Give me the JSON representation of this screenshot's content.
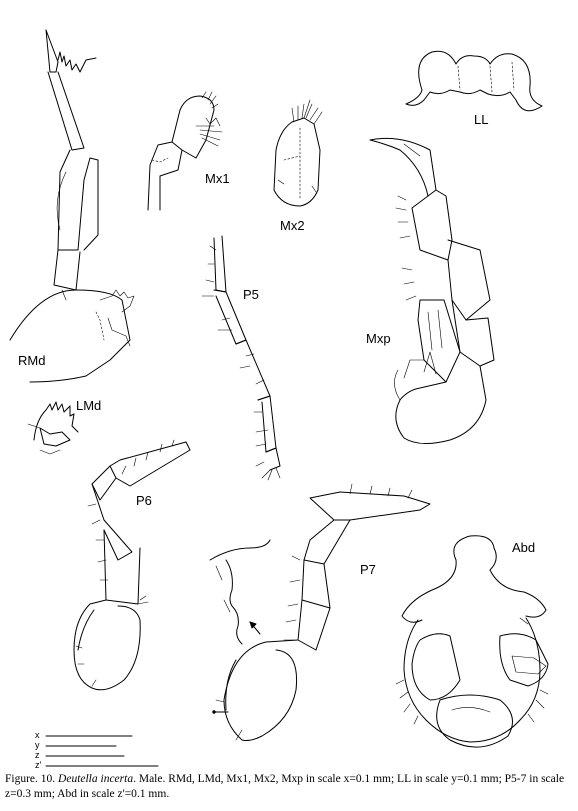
{
  "labels": {
    "rmd": "RMd",
    "lmd": "LMd",
    "mx1": "Mx1",
    "mx2": "Mx2",
    "ll": "LL",
    "mxp": "Mxp",
    "p5": "P5",
    "p6": "P6",
    "p7": "P7",
    "abd": "Abd"
  },
  "scale_bars": [
    {
      "name": "x"
    },
    {
      "name": "y"
    },
    {
      "name": "z"
    },
    {
      "name": "z'"
    }
  ],
  "caption": {
    "prefix": "Figure. 10.",
    "species": "Deutella incerta",
    "text": ". Male. RMd, LMd, Mx1, Mx2, Mxp in scale x=0.1 mm; LL in scale y=0.1 mm; P5-7 in scale z=0.3 mm; Abd in scale z'=0.1 mm."
  }
}
